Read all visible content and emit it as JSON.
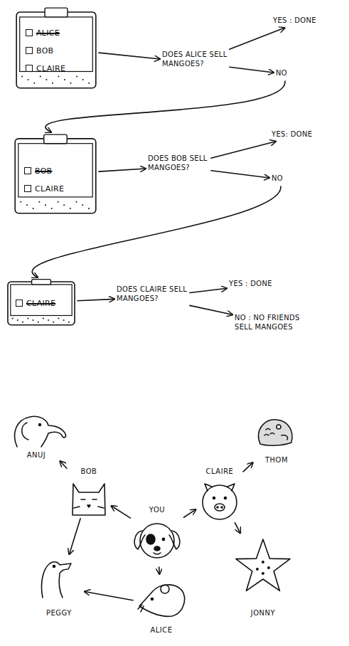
{
  "diagram": {
    "nodes": [
      {
        "text": [
          "ALICE",
          "BOB",
          "CLAIRE"
        ]
      },
      {
        "text": [
          "DOES ALICE SELL MANGOES?"
        ]
      },
      {
        "text": [
          "YES : DONE"
        ]
      },
      {
        "text": [
          "NO"
        ]
      },
      {
        "text": [
          "BOB",
          "CLAIRE"
        ]
      },
      {
        "text": [
          "DOES BOB SELL MANGOES?"
        ]
      },
      {
        "text": [
          "YES: DONE"
        ]
      },
      {
        "text": [
          "NO"
        ]
      },
      {
        "text": [
          "CLAIRE"
        ]
      },
      {
        "text": [
          "DOES CLAIRE SELL MANGOES?"
        ]
      },
      {
        "text": [
          "YES : DONE"
        ]
      },
      {
        "text": [
          "NO : NO FRIENDS SELL MANGOES"
        ]
      },
      {
        "text": [
          "ANUJ"
        ]
      },
      {
        "text": [
          "THOM"
        ]
      },
      {
        "text": [
          "BOB"
        ]
      },
      {
        "text": [
          "CLAIRE"
        ]
      },
      {
        "text": [
          "YOU"
        ]
      },
      {
        "text": [
          "PEGGY"
        ]
      },
      {
        "text": [
          "JONNY"
        ]
      },
      {
        "text": [
          "ALICE"
        ]
      }
    ],
    "edges": [
      {
        "from": 0,
        "to": 1,
        "arrow": "to"
      },
      {
        "from": 1,
        "to": 2,
        "arrow": "to"
      },
      {
        "from": 1,
        "to": 3,
        "arrow": "to"
      },
      {
        "from": 3,
        "to": 4,
        "arrow": "to"
      },
      {
        "from": 4,
        "to": 5,
        "arrow": "to"
      },
      {
        "from": 5,
        "to": 6,
        "arrow": "to"
      },
      {
        "from": 5,
        "to": 7,
        "arrow": "to"
      },
      {
        "from": 7,
        "to": 8,
        "arrow": "to"
      },
      {
        "from": 8,
        "to": 9,
        "arrow": "to"
      },
      {
        "from": 9,
        "to": 10,
        "arrow": "to"
      },
      {
        "from": 9,
        "to": 11,
        "arrow": "to"
      },
      {
        "from": 16,
        "to": 14,
        "arrow": "to"
      },
      {
        "from": 16,
        "to": 15,
        "arrow": "to"
      },
      {
        "from": 16,
        "to": 19,
        "arrow": "to"
      },
      {
        "from": 14,
        "to": 12,
        "arrow": "to"
      },
      {
        "from": 14,
        "to": 17,
        "arrow": "to"
      },
      {
        "from": 19,
        "to": 17,
        "arrow": "to"
      },
      {
        "from": 15,
        "to": 13,
        "arrow": "to"
      },
      {
        "from": 15,
        "to": 18,
        "arrow": "to"
      }
    ]
  }
}
